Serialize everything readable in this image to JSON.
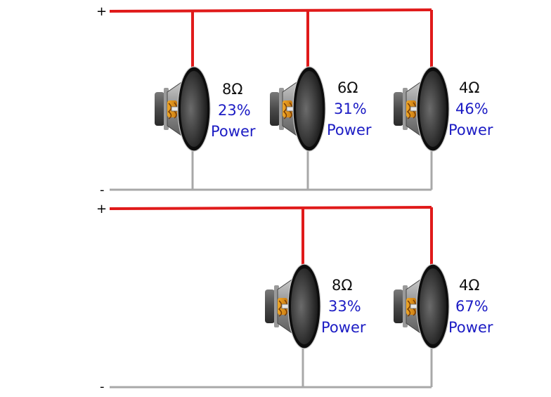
{
  "colors": {
    "positive_wire": "#e01a1a",
    "negative_wire": "#a8a8a8",
    "impedance_text": "#111111",
    "power_text": "#1c1cc4"
  },
  "circuits": [
    {
      "plus_label": "+",
      "minus_label": "-",
      "speakers": [
        {
          "impedance": "8Ω",
          "percent": "23%",
          "power_label": "Power",
          "icon": "speaker-icon"
        },
        {
          "impedance": "6Ω",
          "percent": "31%",
          "power_label": "Power",
          "icon": "speaker-icon"
        },
        {
          "impedance": "4Ω",
          "percent": "46%",
          "power_label": "Power",
          "icon": "speaker-icon"
        }
      ]
    },
    {
      "plus_label": "+",
      "minus_label": "-",
      "speakers": [
        {
          "impedance": "8Ω",
          "percent": "33%",
          "power_label": "Power",
          "icon": "speaker-icon"
        },
        {
          "impedance": "4Ω",
          "percent": "67%",
          "power_label": "Power",
          "icon": "speaker-icon"
        }
      ]
    }
  ]
}
